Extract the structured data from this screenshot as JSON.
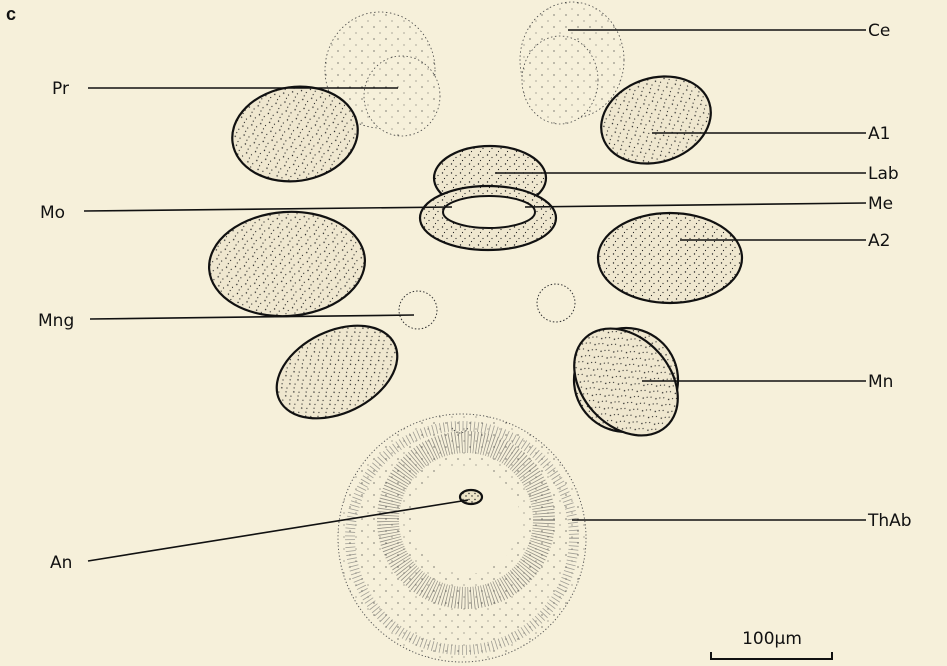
{
  "panel_letter": "c",
  "labels": {
    "ce": "Ce",
    "pr": "Pr",
    "a1": "A1",
    "lab": "Lab",
    "mo": "Mo",
    "me": "Me",
    "a2": "A2",
    "mng": "Mng",
    "mn": "Mn",
    "thab": "ThAb",
    "an": "An"
  },
  "scale_bar": {
    "label": "100µm"
  },
  "colors": {
    "background": "#f6f0da",
    "ink": "#111111",
    "fill": "#efe7cf"
  }
}
